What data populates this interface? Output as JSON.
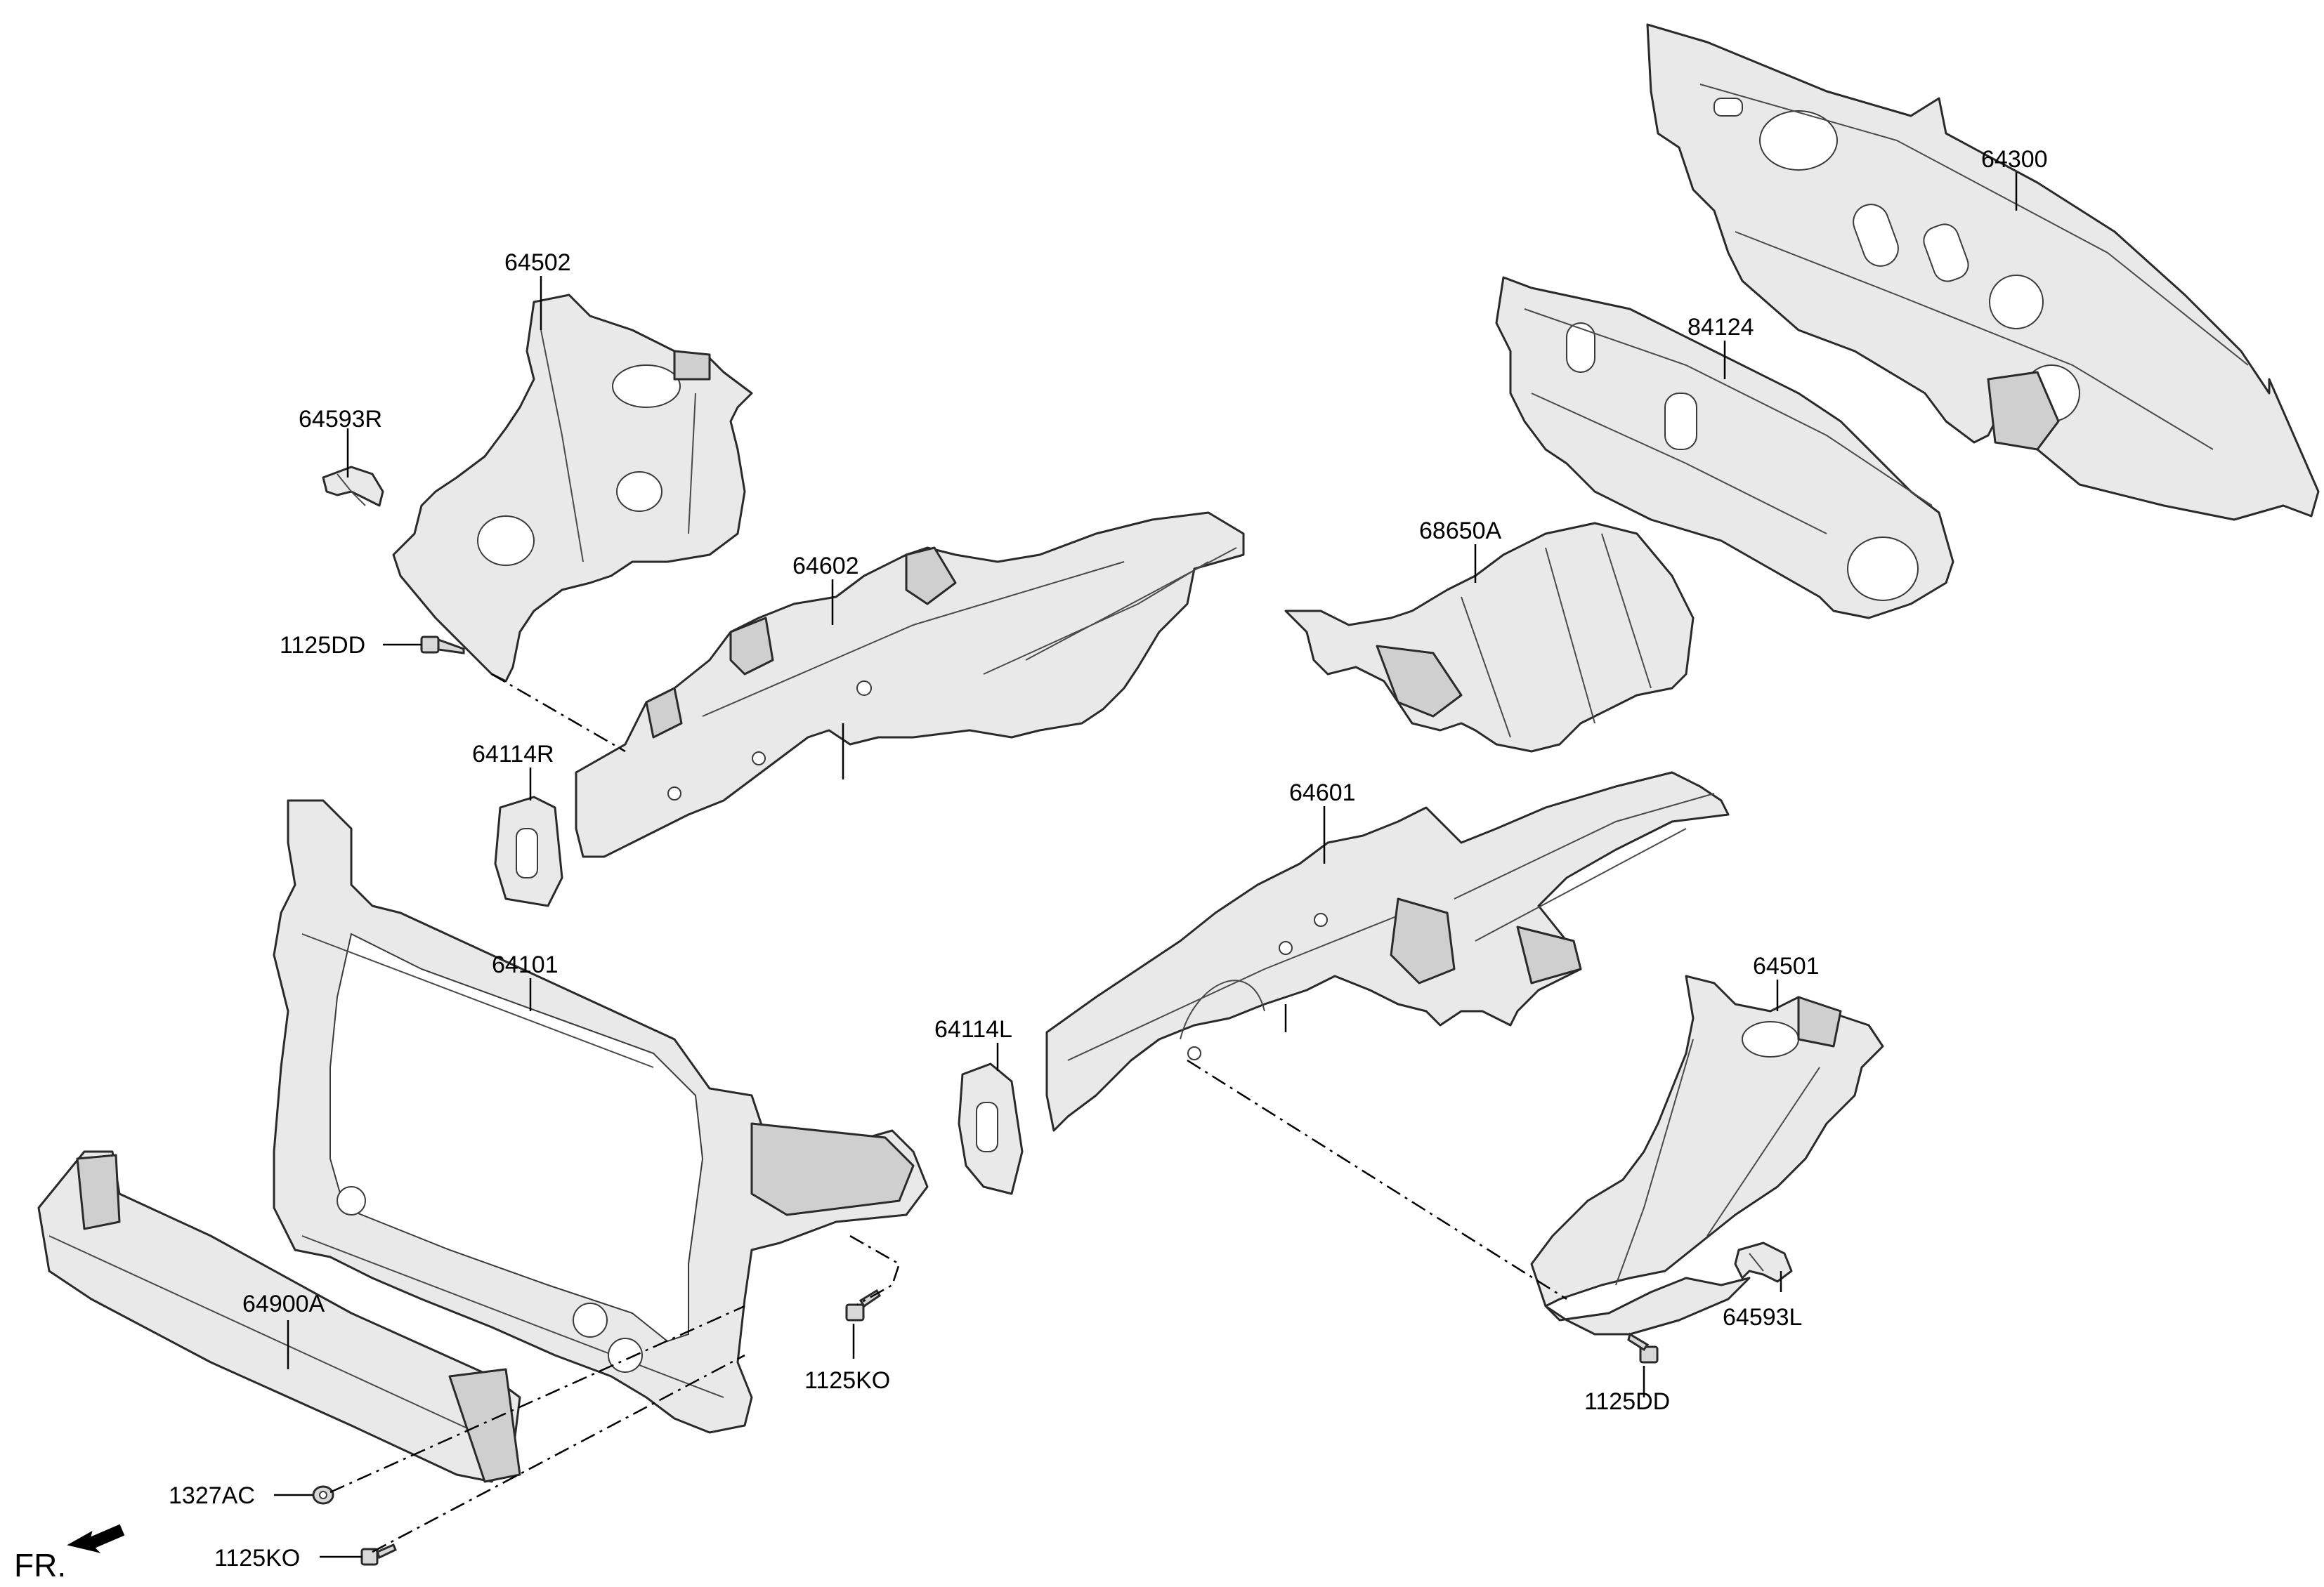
{
  "labels": {
    "p64300": "64300",
    "p84124": "84124",
    "p68650A": "68650A",
    "p64502": "64502",
    "p64593R": "64593R",
    "p1125DD_top": "1125DD",
    "p64602": "64602",
    "p64114R": "64114R",
    "p64101": "64101",
    "p64601": "64601",
    "p64114L": "64114L",
    "p64501": "64501",
    "p64593L": "64593L",
    "p1125DD_bottom": "1125DD",
    "p64900A": "64900A",
    "p1125KO_mid": "1125KO",
    "p1327AC": "1327AC",
    "p1125KO_bottom": "1125KO",
    "front": "FR."
  },
  "icons": {
    "front_arrow": "front-direction-arrow-icon",
    "bolt": "bolt-icon",
    "nut": "nut-icon"
  },
  "colors": {
    "line": "#000000",
    "part_fill": "#e9e9e9",
    "part_shade": "#cfcfcf"
  }
}
